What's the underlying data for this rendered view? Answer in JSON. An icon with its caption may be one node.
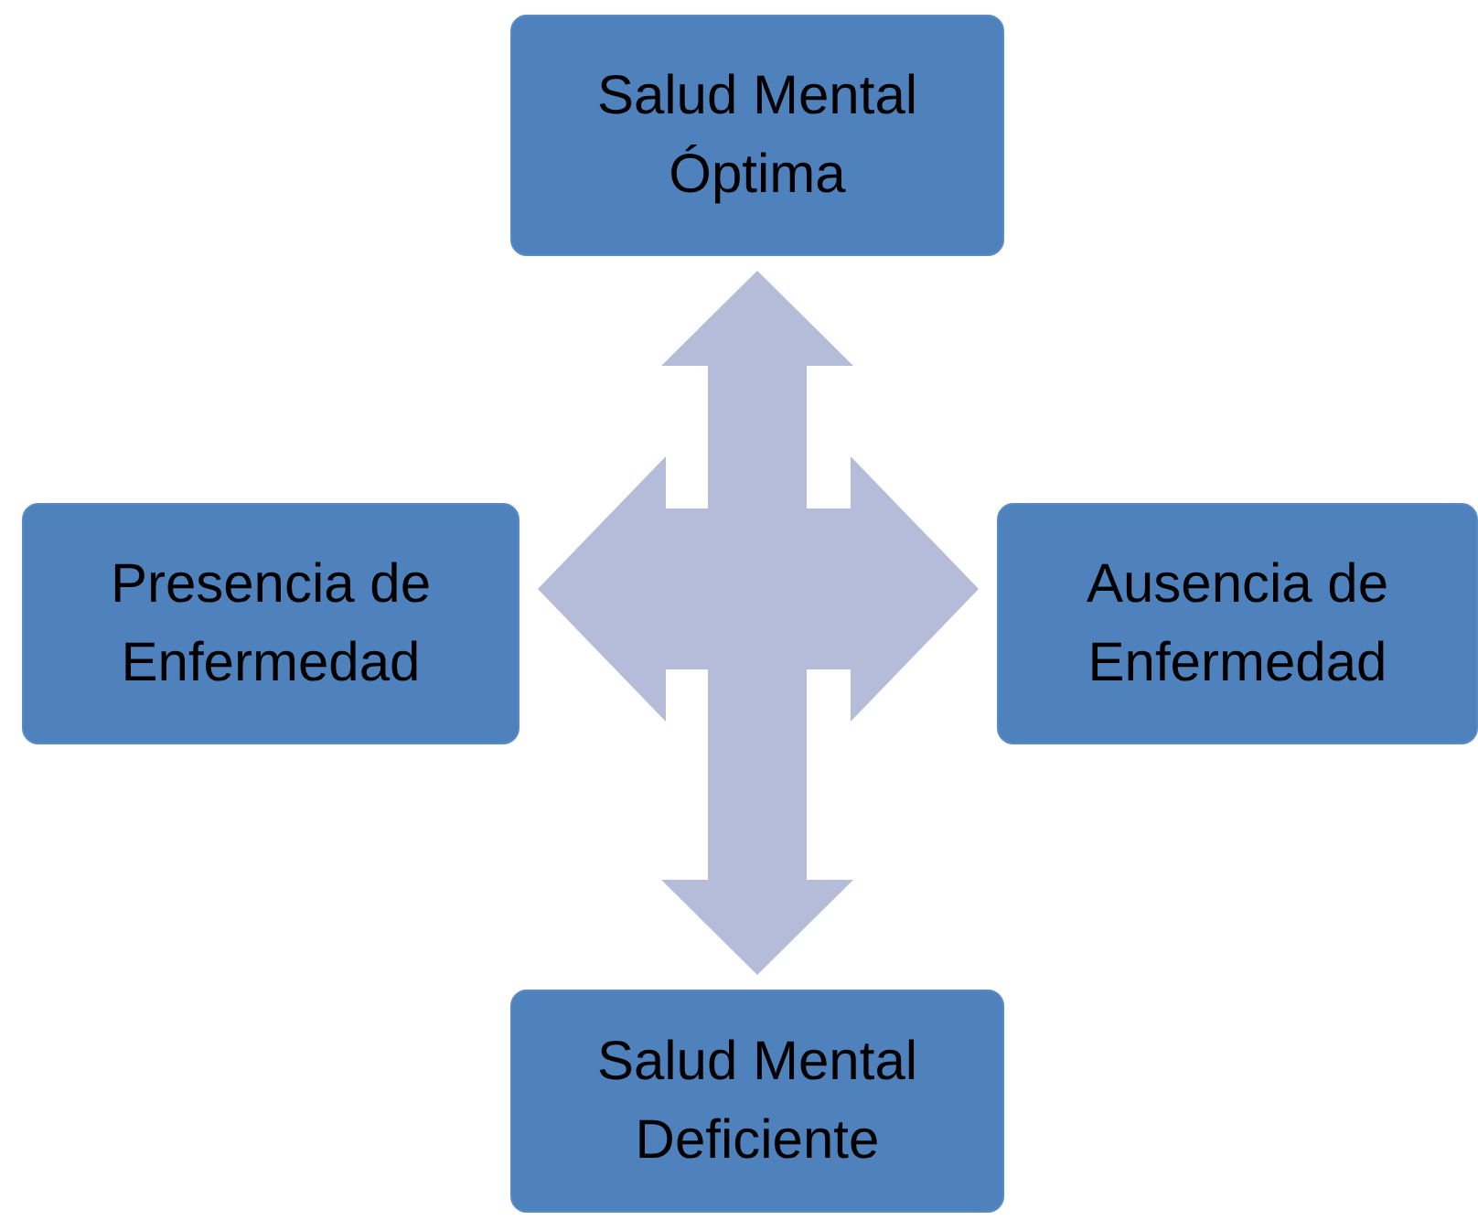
{
  "diagram": {
    "nodes": [
      {
        "text": [
          "Salud Mental Óptima"
        ]
      },
      {
        "text": [
          "Presencia de Enfermedad"
        ]
      },
      {
        "text": [
          "Ausencia de Enfermedad"
        ]
      },
      {
        "text": [
          "Salud Mental Deficiente"
        ]
      }
    ],
    "edges": [
      {
        "from": 0,
        "to": 3,
        "arrow": "both"
      },
      {
        "from": 1,
        "to": 2,
        "arrow": "both"
      }
    ]
  }
}
